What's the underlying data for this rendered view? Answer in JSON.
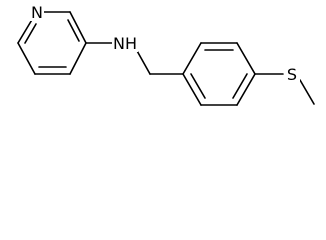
{
  "figure": {
    "type": "chemical-structure",
    "atoms": {
      "pyridine_n": "N",
      "amine_nh": "NH",
      "sulfur": "S"
    },
    "colors": {
      "bond": "#000000",
      "background": "#ffffff"
    }
  }
}
